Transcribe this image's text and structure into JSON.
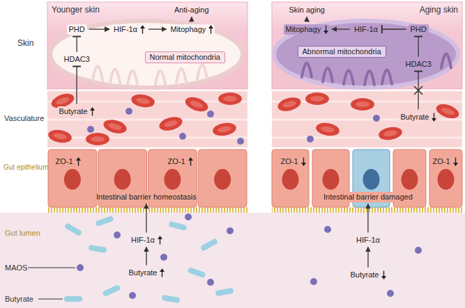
{
  "diagram": {
    "nodes": [
      {
        "text": [
          "Younger skin"
        ]
      },
      {
        "text": [
          "Anti-aging"
        ],
        "in": 0
      },
      {
        "text": [
          "PHD"
        ],
        "in": 0
      },
      {
        "text": [
          "HIF-1α"
        ],
        "in": 0
      },
      {
        "text": [
          "Mitophagy"
        ],
        "in": 0
      },
      {
        "text": [
          "HDAC3"
        ],
        "in": 0
      },
      {
        "text": [
          "Normal mitochondria"
        ],
        "in": 0
      },
      {
        "text": [
          "Aging skin"
        ]
      },
      {
        "text": [
          "Skin aging"
        ],
        "in": 7
      },
      {
        "text": [
          "Mitophagy"
        ],
        "in": 7
      },
      {
        "text": [
          "HIF-1α"
        ],
        "in": 7
      },
      {
        "text": [
          "PHD"
        ],
        "in": 7
      },
      {
        "text": [
          "Abnormal mitochondria"
        ],
        "in": 7
      },
      {
        "text": [
          "HDAC3"
        ],
        "in": 7
      },
      {
        "text": [
          "Butyrate"
        ]
      },
      {
        "text": [
          "Butyrate"
        ]
      },
      {
        "text": [
          "Intestinal barrier homeostasis"
        ]
      },
      {
        "text": [
          "Intestinal barrier damaged"
        ]
      },
      {
        "text": [
          "HIF-1α"
        ]
      },
      {
        "text": [
          "Butyrate"
        ]
      },
      {
        "text": [
          "HIF-1α"
        ]
      },
      {
        "text": [
          "Butyrate"
        ]
      }
    ],
    "edges": [
      {
        "from": 2,
        "to": 3,
        "arrow": "to"
      },
      {
        "from": 3,
        "to": 4,
        "arrow": "to"
      },
      {
        "from": 4,
        "to": 1,
        "arrow": "to"
      },
      {
        "from": 5,
        "to": 2,
        "arrow": "to"
      },
      {
        "from": 14,
        "to": 5,
        "arrow": "to"
      },
      {
        "from": 11,
        "to": 10,
        "arrow": "to"
      },
      {
        "from": 10,
        "to": 9,
        "arrow": "to"
      },
      {
        "from": 9,
        "to": 8,
        "arrow": "to"
      },
      {
        "from": 13,
        "to": 11,
        "arrow": "to"
      },
      {
        "from": 15,
        "to": 13,
        "arrow": "to"
      },
      {
        "from": 19,
        "to": 18,
        "arrow": "to"
      },
      {
        "from": 18,
        "to": 16,
        "arrow": "to"
      },
      {
        "from": 21,
        "to": 20,
        "arrow": "to"
      },
      {
        "from": 20,
        "to": 17,
        "arrow": "to"
      }
    ],
    "labels": [
      "Skin",
      "Vasculature",
      "Gut epithelium",
      "Gut lumen",
      "MAOS",
      "Butyrate",
      "ZO-1",
      "ZO-1",
      "ZO-1",
      "ZO-1"
    ]
  }
}
